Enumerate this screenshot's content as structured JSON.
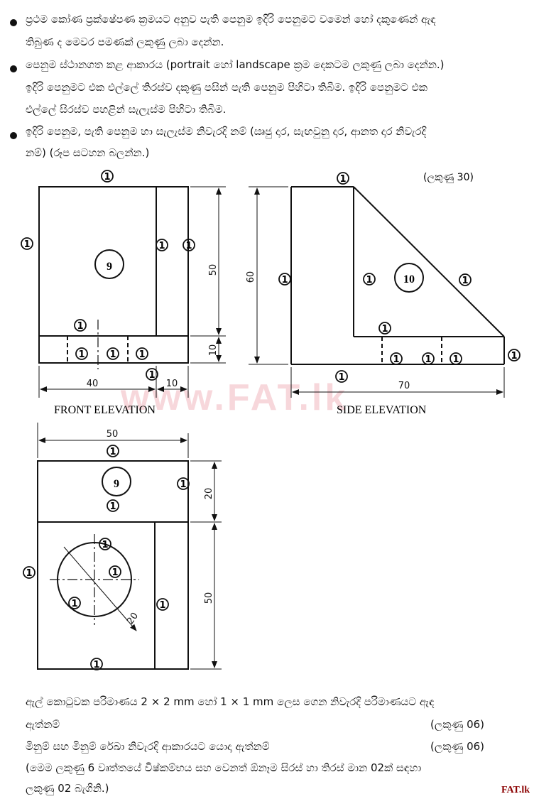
{
  "instructions": {
    "bullet1": [
      "ප්‍රථම කෝණ ප්‍රක්ෂේපණ ක්‍රමයට අනුව පැති පෙනුම ඉදිරි පෙනුමට වමෙන් හෝ දකුණෙන් ඇඳ",
      "තිබුණ ද මෙවර පමණක් ලකුණු ලබා දෙන්න."
    ],
    "bullet2": [
      "පෙනුම ස්ථානගත කළ ආකාරය (portrait හෝ landscape ක්‍රම දෙකටම ලකුණු ලබා දෙන්න.)",
      "ඉදිරි පෙනුමට එක එල්ලේ තිරස්ව දකුණු පසින් පැති පෙනුම පිහිටා තිබීම. ඉදිරි පෙනුමට එක",
      "එල්ලේ සිරස්ව පහළින් සැලැස්ම පිහිටා තිබීම."
    ],
    "bullet3": [
      "ඉදිරි පෙනුම, පැති පෙනුම හා සැලැස්ම නිවැරදි නම් (ඍජු දාර, සැඟවුනු දාර, ආනත දාර නිවැරදි",
      "නම්) (රූප සටහන බලන්න.)"
    ]
  },
  "drawing": {
    "marks_total": "(ලකුණු 30)",
    "mark": "1",
    "big_mark_front": "9",
    "big_mark_side": "10",
    "big_mark_plan": "9",
    "front_label": "FRONT ELEVATION",
    "side_label": "SIDE ELEVATION",
    "dims": {
      "front_height": "50",
      "front_base": "10",
      "front_width": "40",
      "front_right": "10",
      "side_height": "60",
      "side_width": "70",
      "plan_width": "50",
      "plan_top": "20",
      "plan_main": "50",
      "plan_radius": "20"
    }
  },
  "bottom": {
    "line1": "ඇල් කොටුවක පරිමාණය 2 × 2 mm හෝ 1 × 1 mm ලෙස ගෙන නිවැරදි පරිමාණයට ඇඳ",
    "line2": "ඇත්නම්",
    "line2_marks": "(ලකුණු 06)",
    "line3": "මිනුම් සහ මිනුම් රේඛා නිවැරදි ආකාරයට යොදා ඇත්නම්",
    "line3_marks": "(ලකුණු 06)",
    "line4": "(මෙම ලකුණු 6 වෘත්තයේ විෂ්කම්භය සහ වෙනත් ඕනෑම සිරස් හා තිරස් මාන 02ක් සඳහා",
    "line5": "ලකුණු 02 බැගිනි.)"
  },
  "watermark": "www.FAT.lk",
  "corner_mark": "FAT.lk"
}
